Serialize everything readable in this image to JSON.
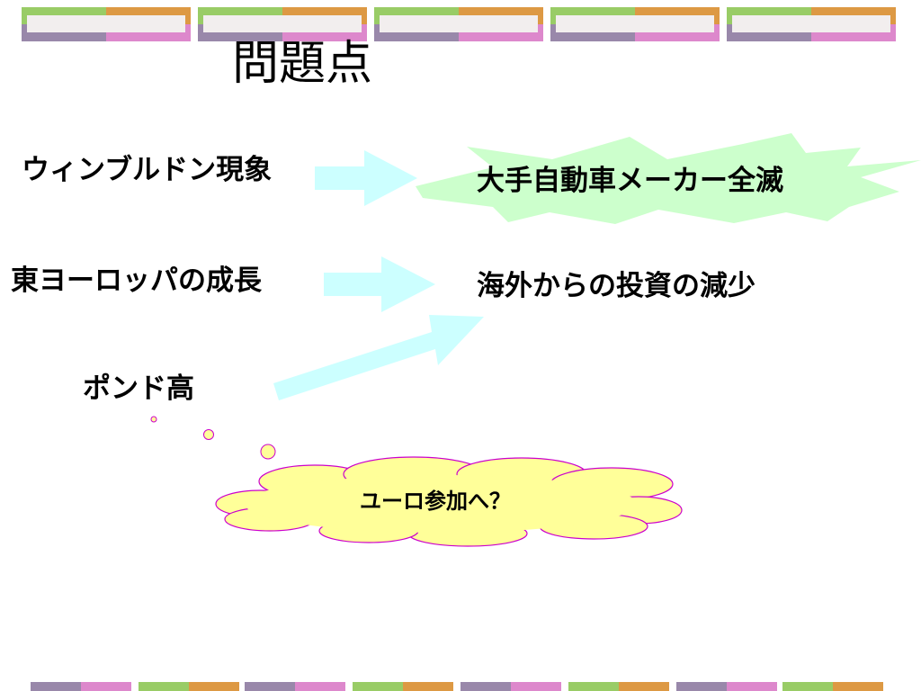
{
  "slide": {
    "title": "問題点",
    "causes": [
      {
        "label": "ウィンブルドン現象"
      },
      {
        "label": "東ヨーロッパの成長"
      },
      {
        "label": "ポンド高"
      }
    ],
    "effects": [
      {
        "label": "大手自動車メーカー全滅"
      },
      {
        "label": "海外からの投資の減少"
      }
    ],
    "thought_bubble": {
      "label": "ユーロ参加へ？"
    }
  },
  "colors": {
    "arrow_fill": "#ccffff",
    "burst_fill": "#ccffcc",
    "cloud_fill": "#ffff99",
    "cloud_stroke": "#cc00cc",
    "band_green": "#99cc66",
    "band_orange": "#dd9944",
    "band_purple": "#9988aa",
    "band_pink": "#dd88cc"
  }
}
